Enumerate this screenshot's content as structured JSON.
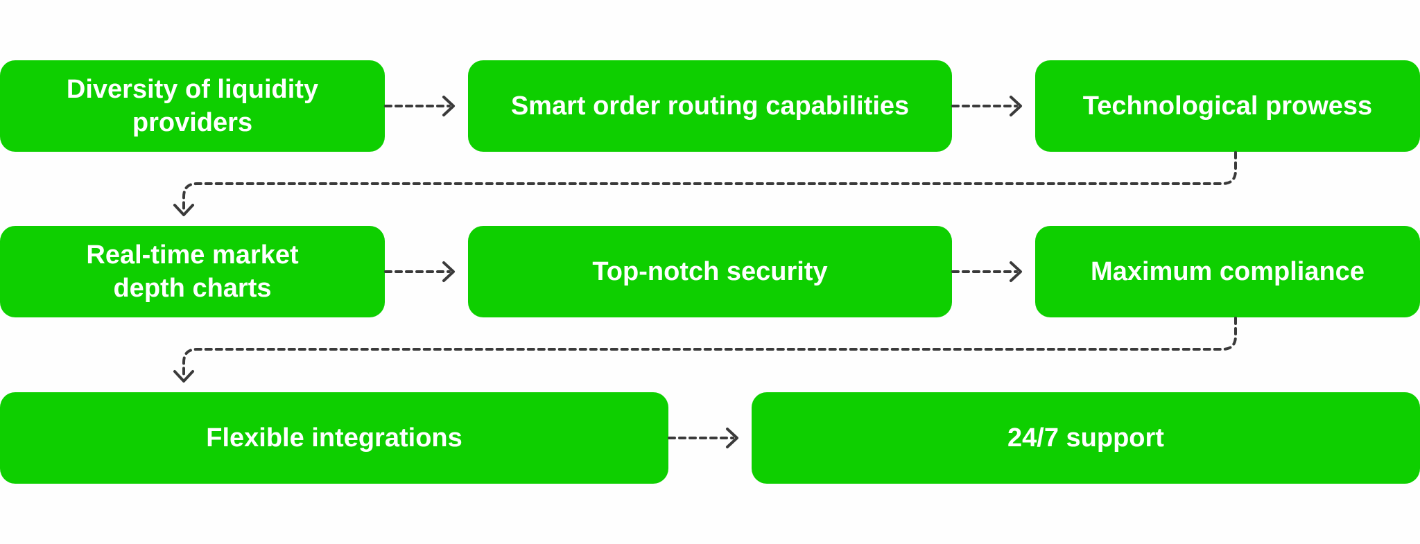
{
  "diagram": {
    "steps": [
      {
        "label": "Diversity of liquidity providers"
      },
      {
        "label": "Smart order routing capabilities"
      },
      {
        "label": "Technological prowess"
      },
      {
        "label": "Real-time market depth charts"
      },
      {
        "label": "Top-notch security"
      },
      {
        "label": "Maximum compliance"
      },
      {
        "label": "Flexible integrations"
      },
      {
        "label": "24/7 support"
      }
    ],
    "colors": {
      "box_fill": "#0ecf00",
      "box_text": "#ffffff",
      "connector": "#3a3a3a",
      "background": "#fefefe"
    }
  }
}
